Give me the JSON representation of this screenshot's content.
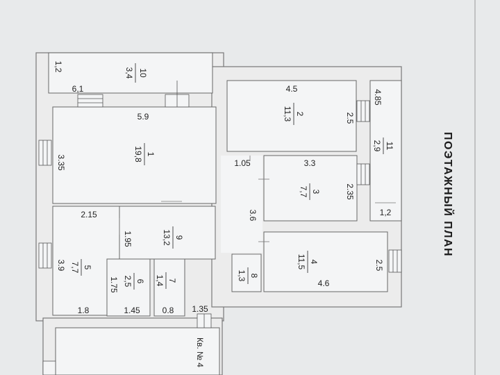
{
  "plan": {
    "title": "ПОЭТАЖНЫЙ ПЛАН",
    "apartment_label": "Кв. № 4",
    "rooms": [
      {
        "id": "1",
        "area": "19,8"
      },
      {
        "id": "2",
        "area": "11,3"
      },
      {
        "id": "3",
        "area": "7,7"
      },
      {
        "id": "4",
        "area": "11,5"
      },
      {
        "id": "5",
        "area": "7,7"
      },
      {
        "id": "6",
        "area": "2,5"
      },
      {
        "id": "7",
        "area": "1,4"
      },
      {
        "id": "8",
        "area": "1,3"
      },
      {
        "id": "9",
        "area": "13,2"
      },
      {
        "id": "10",
        "area": "3,4"
      },
      {
        "id": "11",
        "area": "2,9"
      }
    ],
    "dimensions": {
      "d_1_2": "1,2",
      "d_6_1": "6,1",
      "d_5_9": "5.9",
      "d_3_35": "3.35",
      "d_4_5": "4.5",
      "d_2_5_a": "2.5",
      "d_4_85": "4.85",
      "d_1_05": "1.05",
      "d_3_3": "3.3",
      "d_2_35": "2.35",
      "d_1_2b": "1,2",
      "d_3_6": "3.6",
      "d_2_15": "2.15",
      "d_1_95": "1.95",
      "d_3_9": "3.9",
      "d_1_75": "1.75",
      "d_2_5_b": "2.5",
      "d_4_6": "4.6",
      "d_1_8": "1.8",
      "d_1_45": "1.45",
      "d_0_8": "0.8",
      "d_1_35": "1.35"
    }
  }
}
